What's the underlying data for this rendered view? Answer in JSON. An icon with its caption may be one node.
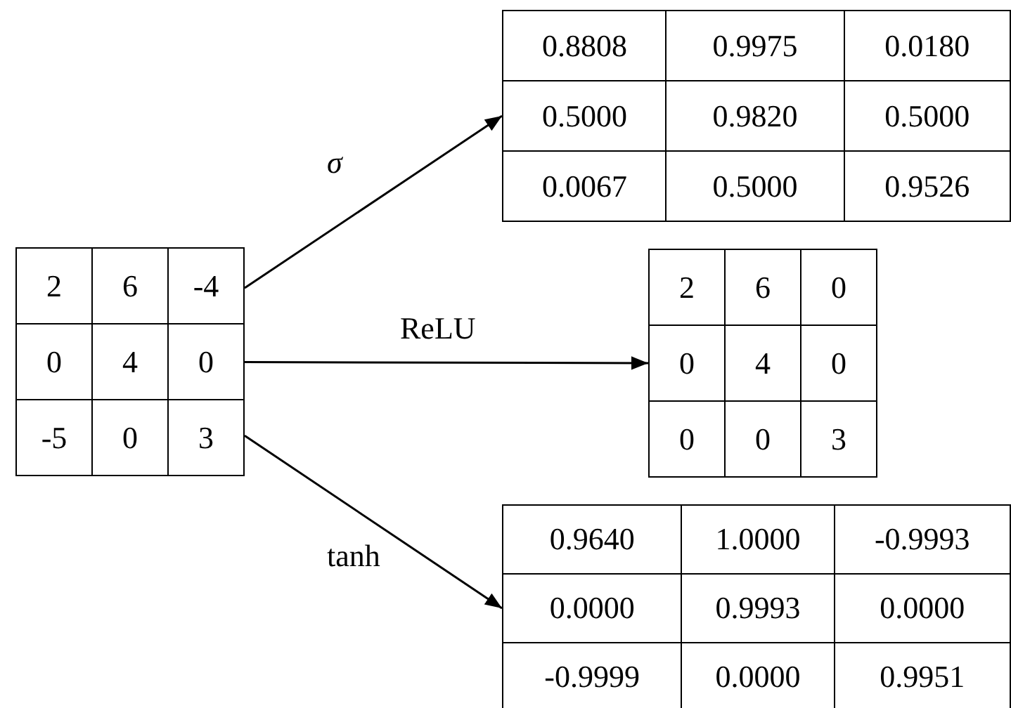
{
  "diagram": {
    "nodes": [
      {
        "text": [
          "2",
          "6",
          "-4",
          "0",
          "4",
          "0",
          "-5",
          "0",
          "3"
        ]
      },
      {
        "text": [
          "0.8808",
          "0.9975",
          "0.0180",
          "0.5000",
          "0.9820",
          "0.5000",
          "0.0067",
          "0.5000",
          "0.9526"
        ]
      },
      {
        "text": [
          "2",
          "6",
          "0",
          "0",
          "4",
          "0",
          "0",
          "0",
          "3"
        ]
      },
      {
        "text": [
          "0.9640",
          "1.0000",
          "-0.9993",
          "0.0000",
          "0.9993",
          "0.0000",
          "-0.9999",
          "0.0000",
          "0.9951"
        ]
      }
    ],
    "edges": [
      {
        "from": 0,
        "to": 1,
        "arrow": "to",
        "label": "σ"
      },
      {
        "from": 0,
        "to": 2,
        "arrow": "to",
        "label": "ReLU"
      },
      {
        "from": 0,
        "to": 3,
        "arrow": "to",
        "label": "tanh"
      }
    ]
  }
}
